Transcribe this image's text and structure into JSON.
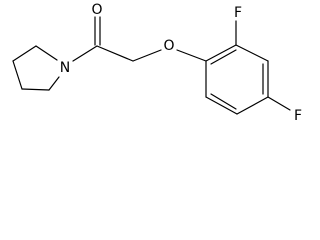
{
  "molecule": {
    "atoms": {
      "o_carbonyl": "O",
      "n_ring": "N",
      "o_ether": "O",
      "f_ortho": "F",
      "f_para": "F"
    }
  },
  "colors": {
    "background": "#ffffff",
    "ink": "#000000"
  }
}
